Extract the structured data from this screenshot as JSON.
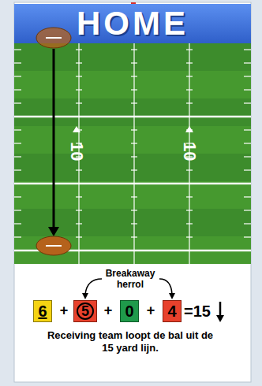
{
  "diagram": {
    "nodes": [
      {
        "text": [
          "HOME"
        ]
      },
      {
        "text": [
          "6"
        ]
      },
      {
        "text": [
          "5"
        ]
      },
      {
        "text": [
          "0"
        ]
      },
      {
        "text": [
          "4"
        ]
      }
    ],
    "labels": [
      "10",
      "10",
      "Breakaway herrol",
      "+",
      "+",
      "+",
      "=15",
      "Receiving team loopt de bal uit de 15 yard lijn."
    ]
  }
}
